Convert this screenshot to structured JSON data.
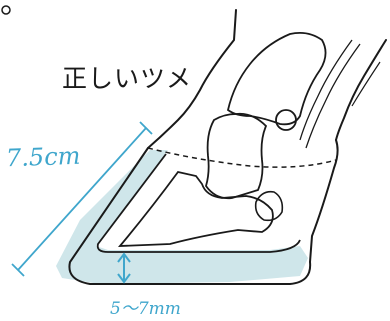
{
  "diagram": {
    "title": "正しいツメ",
    "hoof_wall_length": "7.5cm",
    "sole_thickness": "5〜7mm"
  },
  "colors": {
    "ink": "#1a1a1a",
    "annotation": "#3fa6cc",
    "sole_fill": "#cfe6ea",
    "background": "#ffffff"
  }
}
